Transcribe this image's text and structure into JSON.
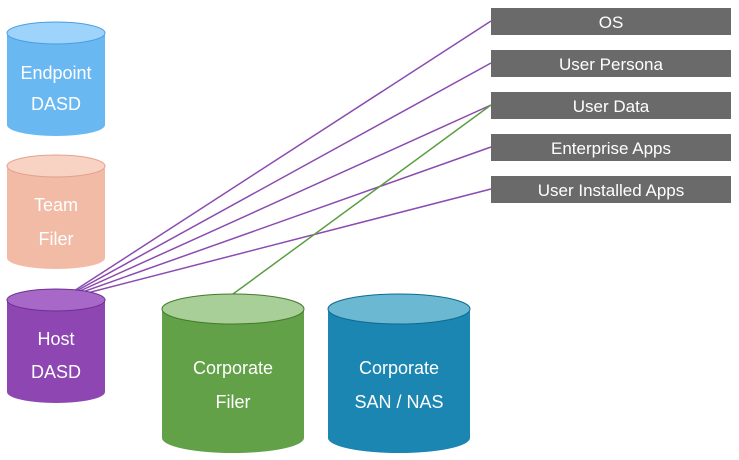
{
  "cylinders": {
    "endpoint": {
      "line1": "Endpoint",
      "line2": "DASD",
      "body": "#6ab8f2",
      "top": "#9ed3fb",
      "edge": "#4a9fde"
    },
    "team": {
      "line1": "Team",
      "line2": "Filer",
      "body": "#f1bba6",
      "top": "#f8d3c4",
      "edge": "#e3a28a"
    },
    "host": {
      "line1": "Host",
      "line2": "DASD",
      "body": "#8e46b3",
      "top": "#a868c8",
      "edge": "#6f2f93"
    },
    "corp_filer": {
      "line1": "Corporate",
      "line2": "Filer",
      "body": "#62a147",
      "top": "#a9cf98",
      "edge": "#43792d"
    },
    "corp_san": {
      "line1": "Corporate",
      "line2": "SAN / NAS",
      "body": "#1b86b1",
      "top": "#6ab8d2",
      "edge": "#0f6a8f"
    }
  },
  "boxes": [
    {
      "key": "os",
      "label": "OS"
    },
    {
      "key": "user_persona",
      "label": "User Persona"
    },
    {
      "key": "user_data",
      "label": "User Data"
    },
    {
      "key": "enterprise_apps",
      "label": "Enterprise Apps"
    },
    {
      "key": "user_installed_apps",
      "label": "User Installed Apps"
    }
  ],
  "colors": {
    "box_fill": "#6a6a6a",
    "host_link": "#8b4bb0",
    "filer_link": "#5b9e42"
  }
}
